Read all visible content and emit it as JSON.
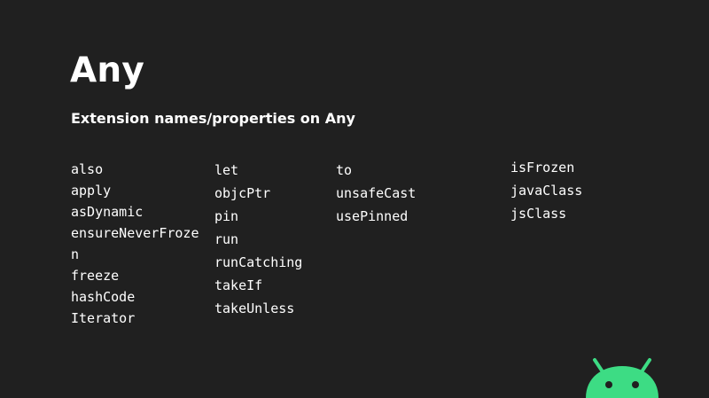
{
  "slide": {
    "title": "Any",
    "subtitle": "Extension names/properties on Any",
    "columns": [
      {
        "items": [
          "also",
          "apply",
          "asDynamic",
          "ensureNeverFroze",
          "n",
          "freeze",
          "hashCode",
          "Iterator"
        ]
      },
      {
        "items": [
          "let",
          "objcPtr",
          "pin",
          "run",
          "runCatching",
          "takeIf",
          "takeUnless"
        ]
      },
      {
        "items": [
          "to",
          "unsafeCast",
          "usePinned"
        ]
      },
      {
        "items": [
          "isFrozen",
          "javaClass",
          "jsClass"
        ]
      }
    ]
  },
  "logo": {
    "icon": "android-robot-icon",
    "color": "#3ddc84"
  }
}
